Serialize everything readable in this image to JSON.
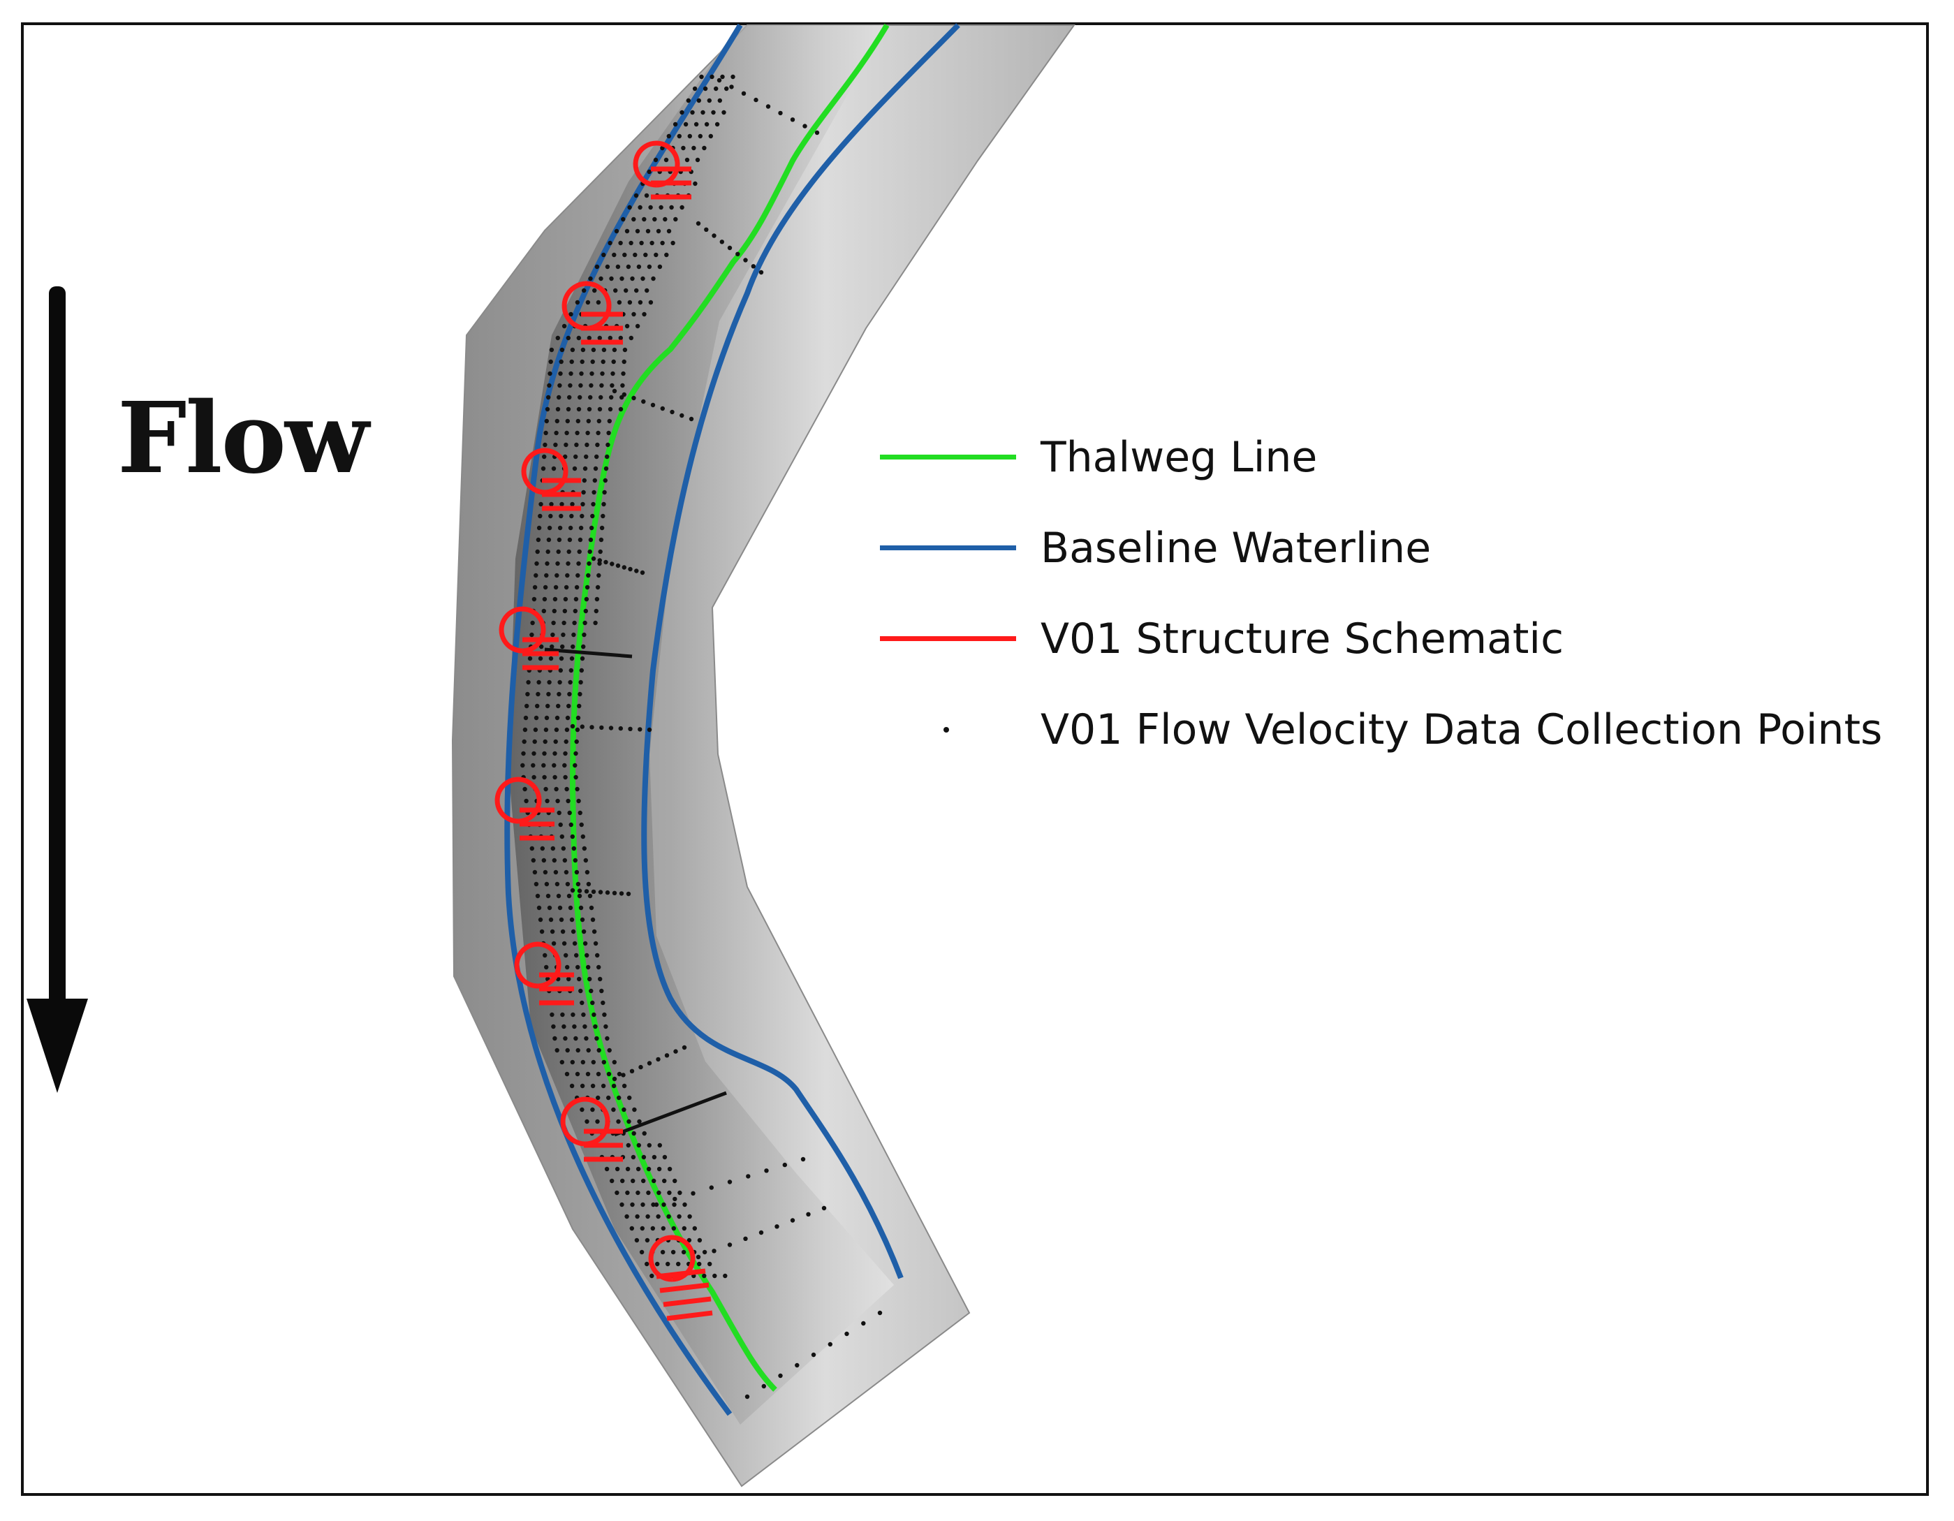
{
  "diagram": {
    "flow_label": "Flow",
    "colors": {
      "thalweg": "#22dd22",
      "waterline": "#1f5fa8",
      "structure": "#ff1a1a",
      "points": "#111111",
      "terrain": "#9a9a9a"
    },
    "legend": [
      {
        "label": "Thalweg Line",
        "symbol": "line",
        "color": "#22dd22"
      },
      {
        "label": "Baseline Waterline",
        "symbol": "line",
        "color": "#1f5fa8"
      },
      {
        "label": "V01 Structure Schematic",
        "symbol": "line",
        "color": "#ff1a1a"
      },
      {
        "label": "V01 Flow Velocity Data Collection Points",
        "symbol": "dot",
        "color": "#111111"
      }
    ]
  }
}
